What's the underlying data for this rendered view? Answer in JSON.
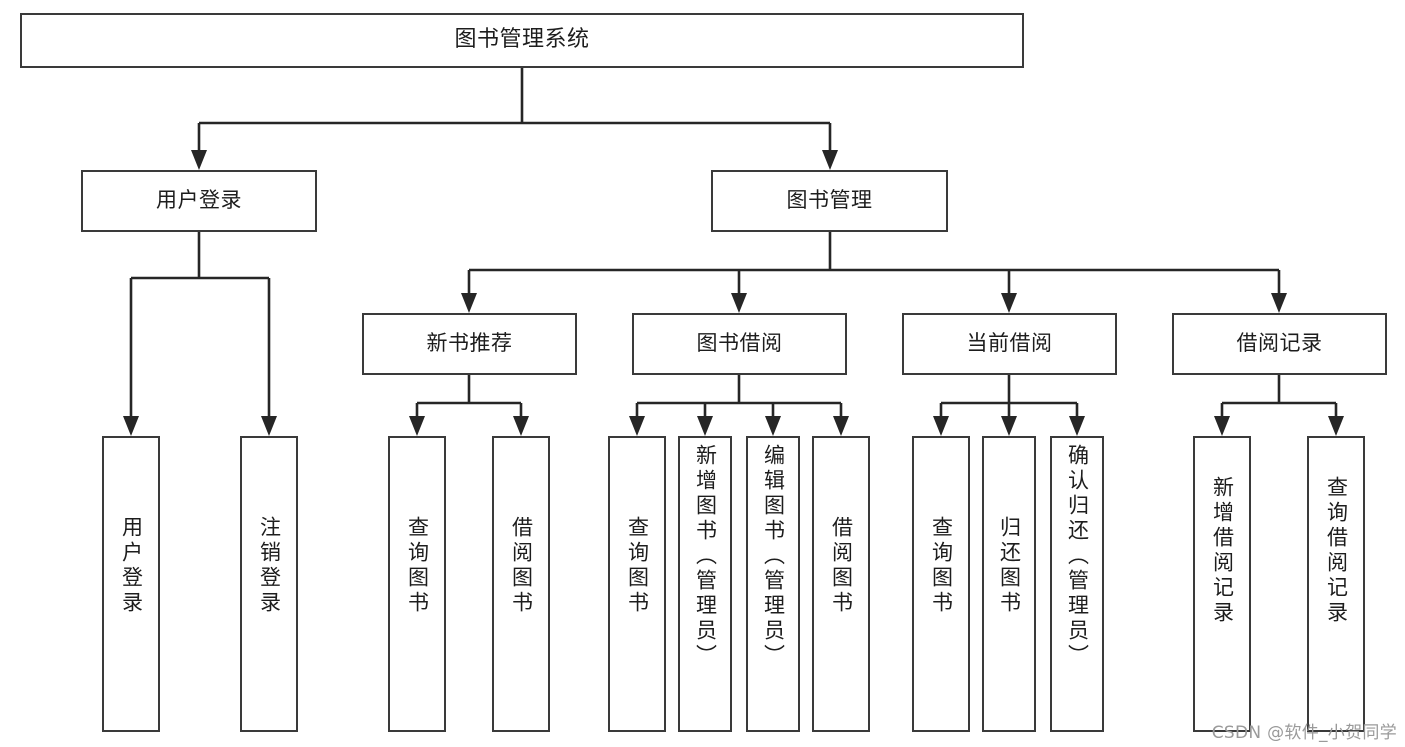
{
  "diagram": {
    "title": "图书管理系统",
    "type": "tree",
    "root": {
      "label": "图书管理系统"
    },
    "level2": [
      {
        "id": "user-login",
        "label": "用户登录"
      },
      {
        "id": "book-manage",
        "label": "图书管理"
      }
    ],
    "level3": [
      {
        "id": "new-book-recommend",
        "label": "新书推荐",
        "parent": "book-manage"
      },
      {
        "id": "book-borrow",
        "label": "图书借阅",
        "parent": "book-manage"
      },
      {
        "id": "current-borrow",
        "label": "当前借阅",
        "parent": "book-manage"
      },
      {
        "id": "borrow-record",
        "label": "借阅记录",
        "parent": "book-manage"
      }
    ],
    "leaves": [
      {
        "id": "leaf-user-login",
        "label": "用户登录",
        "parent": "user-login"
      },
      {
        "id": "leaf-logout-login",
        "label": "注销登录",
        "parent": "user-login"
      },
      {
        "id": "leaf-query-book-1",
        "label": "查询图书",
        "parent": "new-book-recommend"
      },
      {
        "id": "leaf-borrow-book-1",
        "label": "借阅图书",
        "parent": "new-book-recommend"
      },
      {
        "id": "leaf-query-book-2",
        "label": "查询图书",
        "parent": "book-borrow"
      },
      {
        "id": "leaf-add-book",
        "label": "新增图书（管理员）",
        "parent": "book-borrow"
      },
      {
        "id": "leaf-edit-book",
        "label": "编辑图书（管理员）",
        "parent": "book-borrow"
      },
      {
        "id": "leaf-borrow-book-2",
        "label": "借阅图书",
        "parent": "book-borrow"
      },
      {
        "id": "leaf-query-book-3",
        "label": "查询图书",
        "parent": "current-borrow"
      },
      {
        "id": "leaf-return-book",
        "label": "归还图书",
        "parent": "current-borrow"
      },
      {
        "id": "leaf-confirm-return",
        "label": "确认归还（管理员）",
        "parent": "current-borrow"
      },
      {
        "id": "leaf-add-record",
        "label": "新增借阅记录",
        "parent": "borrow-record"
      },
      {
        "id": "leaf-query-record",
        "label": "查询借阅记录",
        "parent": "borrow-record"
      }
    ]
  },
  "watermark": {
    "text": "CSDN @软件_小贺同学"
  },
  "colors": {
    "box_border": "#3a3a3a",
    "connector": "#262626",
    "background": "#ffffff",
    "text": "#1d1d1d",
    "watermark": "#9a9a9a"
  }
}
